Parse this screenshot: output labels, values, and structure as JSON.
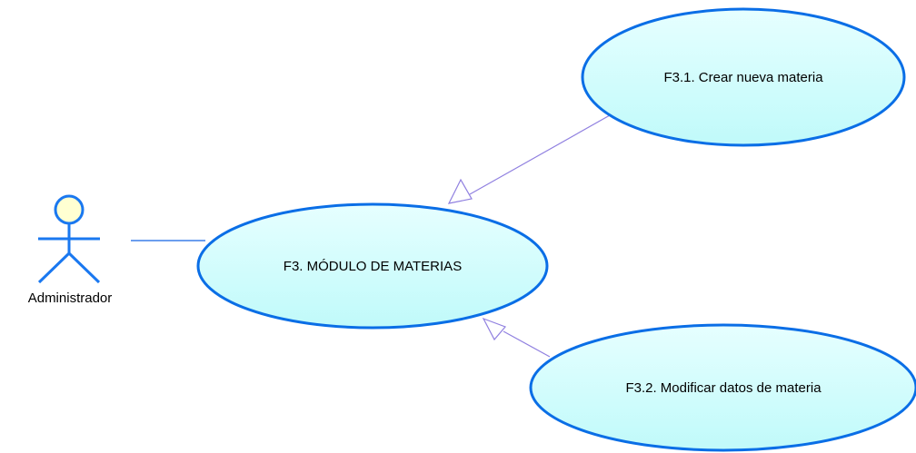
{
  "colors": {
    "usecase_fill_top": "#e6ffff",
    "usecase_fill_bottom": "#c0fafa",
    "usecase_stroke": "#0a6ee6",
    "actor_stroke": "#1a78f0",
    "actor_head_fill": "#ffffd2",
    "association_line": "#3a7ee8",
    "generalization_line": "#9080e0"
  },
  "actor": {
    "label": "Administrador"
  },
  "use_cases": {
    "main": {
      "label": "F3. MÓDULO DE MATERIAS"
    },
    "create": {
      "label": "F3.1. Crear nueva materia"
    },
    "modify": {
      "label": "F3.2. Modificar datos de materia"
    }
  },
  "relations": [
    {
      "type": "association",
      "from": "Administrador",
      "to": "F3. MÓDULO DE MATERIAS"
    },
    {
      "type": "generalization",
      "from": "F3.1. Crear nueva materia",
      "to": "F3. MÓDULO DE MATERIAS"
    },
    {
      "type": "generalization",
      "from": "F3.2. Modificar datos de materia",
      "to": "F3. MÓDULO DE MATERIAS"
    }
  ]
}
